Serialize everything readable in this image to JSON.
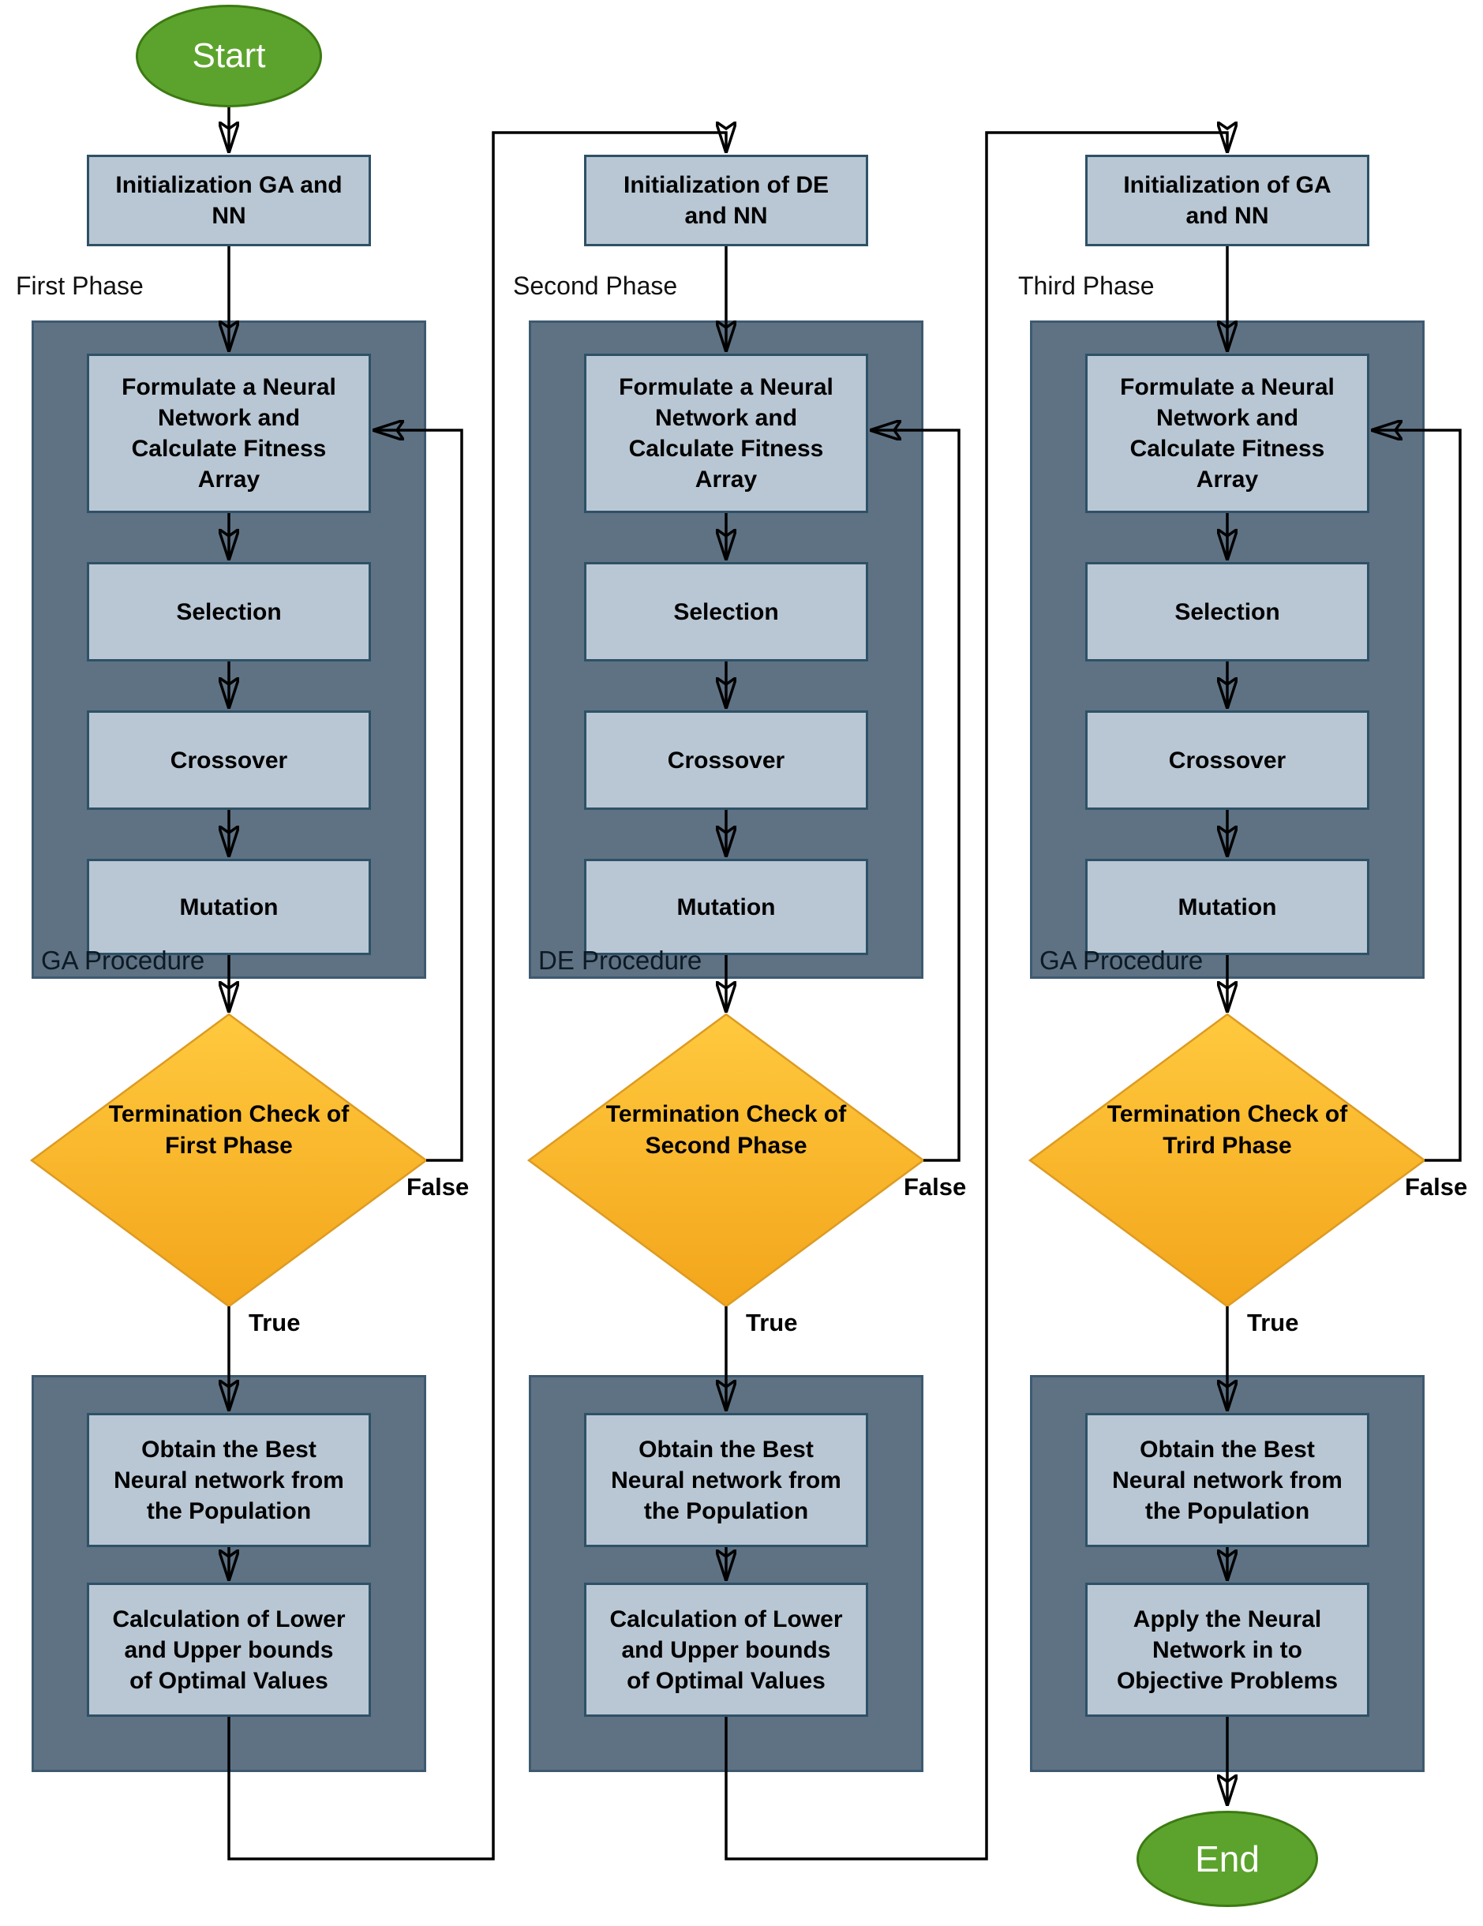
{
  "start_label": "Start",
  "end_label": "End",
  "columns": [
    {
      "phase_label": "First Phase",
      "init_label": "Initialization GA and\nNN",
      "procedure_label": "GA Procedure",
      "steps": [
        "Formulate a Neural\nNetwork and\nCalculate Fitness\nArray",
        "Selection",
        "Crossover",
        "Mutation"
      ],
      "decision_label": "Termination Check of\nFirst Phase",
      "false_label": "False",
      "true_label": "True",
      "result_steps": [
        "Obtain the Best\nNeural network from\nthe Population",
        "Calculation of Lower\nand Upper bounds\nof Optimal Values"
      ]
    },
    {
      "phase_label": "Second Phase",
      "init_label": "Initialization of DE\nand NN",
      "procedure_label": "DE Procedure",
      "steps": [
        "Formulate a Neural\nNetwork and\nCalculate Fitness\nArray",
        "Selection",
        "Crossover",
        "Mutation"
      ],
      "decision_label": "Termination Check of\nSecond Phase",
      "false_label": "False",
      "true_label": "True",
      "result_steps": [
        "Obtain the Best\nNeural network from\nthe Population",
        "Calculation of Lower\nand Upper bounds\nof Optimal Values"
      ]
    },
    {
      "phase_label": "Third Phase",
      "init_label": "Initialization of GA\nand NN",
      "procedure_label": "GA Procedure",
      "steps": [
        "Formulate a Neural\nNetwork and\nCalculate Fitness\nArray",
        "Selection",
        "Crossover",
        "Mutation"
      ],
      "decision_label": "Termination Check of\nTrird Phase",
      "false_label": "False",
      "true_label": "True",
      "result_steps": [
        "Obtain the Best\nNeural network from\nthe Population",
        "Apply the Neural\nNetwork in to\nObjective Problems"
      ]
    }
  ],
  "colors": {
    "process_fill": "#B9C7D4",
    "process_border": "#2E5166",
    "container_fill": "#5E7284",
    "container_border": "#3E5A70",
    "decision_gradient_top": "#FFC93E",
    "decision_gradient_bottom": "#F3A51B",
    "decision_border": "#DD9B22",
    "terminal_fill": "#5CA32D",
    "terminal_border": "#3C7A12",
    "connector": "#000000"
  }
}
